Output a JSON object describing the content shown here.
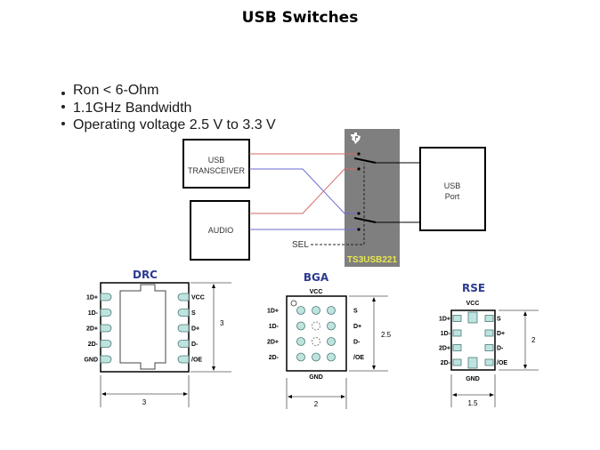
{
  "slide": {
    "title": "USB Switches",
    "bullets": [
      "Ron < 6-Ohm",
      "1.1GHz Bandwidth",
      "Operating voltage 2.5 V to 3.3 V"
    ]
  },
  "block_diagram": {
    "usb_transceiver": [
      "USB",
      "TRANSCEIVER"
    ],
    "audio": "AUDIO",
    "usb_port": [
      "USB",
      "Port"
    ],
    "sel": "SEL",
    "chip_name": "TS3USB221",
    "chip_logo": "ti-logo-icon",
    "colors": {
      "chip_bg": "#7f7f7f",
      "chip_label": "#e8e84a",
      "red_line": "#d46a6a",
      "blue_line": "#6a6ad4"
    }
  },
  "packages": {
    "drc": {
      "name": "DRC",
      "left_pins": [
        "1D+",
        "1D-",
        "2D+",
        "2D-",
        "GND"
      ],
      "right_pins": [
        "VCC",
        "S",
        "D+",
        "D-",
        "/OE"
      ],
      "width": "3",
      "height": "3"
    },
    "bga": {
      "name": "BGA",
      "top_label": "VCC",
      "bottom_label": "GND",
      "left_pins": [
        "1D+",
        "1D-",
        "2D+",
        "2D-"
      ],
      "right_pins": [
        "S",
        "D+",
        "D-",
        "/OE"
      ],
      "width": "2",
      "height": "2.5"
    },
    "rse": {
      "name": "RSE",
      "top_label": "VCC",
      "bottom_label": "GND",
      "left_pins": [
        "1D+",
        "1D-",
        "2D+",
        "2D-"
      ],
      "right_pins": [
        "S",
        "D+",
        "D-",
        "/OE"
      ],
      "width": "1.5",
      "height": "2"
    },
    "colors": {
      "title": "#2b3a8f",
      "pad_fill": "#bfe3df",
      "pad_stroke": "#4a7a78"
    }
  }
}
